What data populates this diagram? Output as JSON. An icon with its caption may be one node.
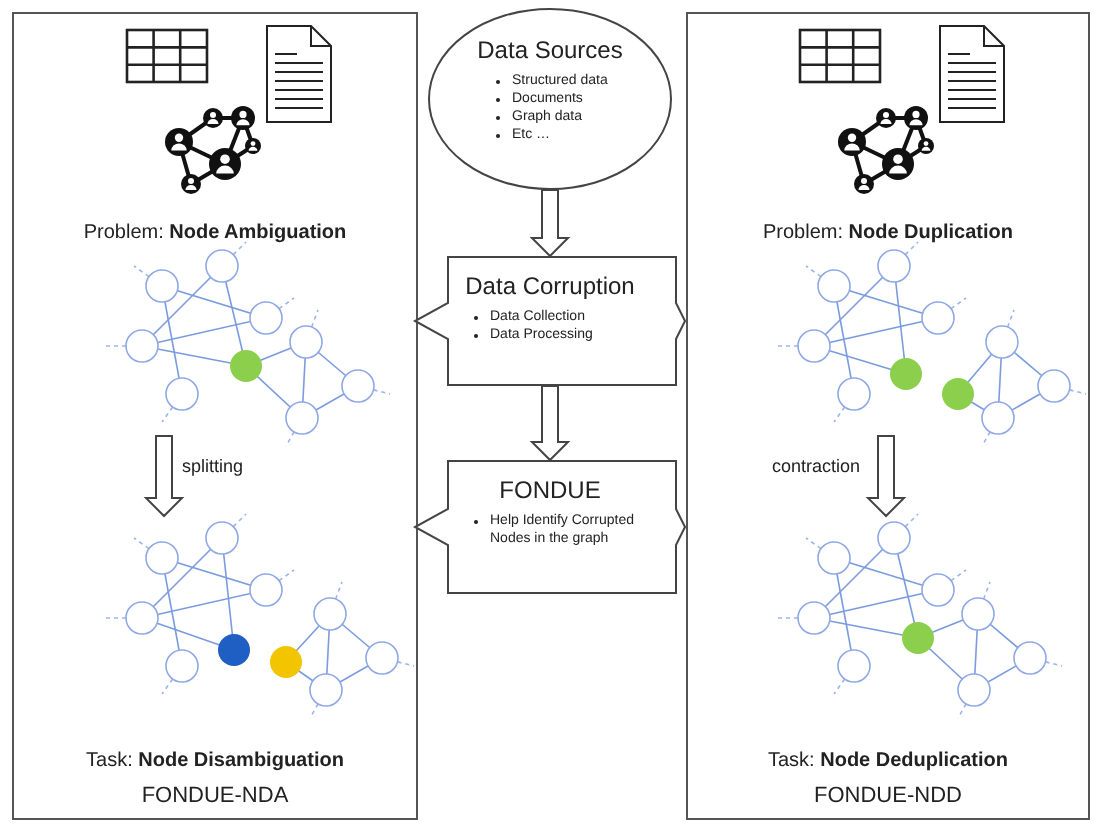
{
  "diagram": {
    "nodes": [
      {
        "text": [
          "Problem: **Node Ambiguation**",
          "Task: **Node Disambiguation**",
          "FONDUE-NDA"
        ]
      },
      {
        "text": [],
        "shape": "picture",
        "in": 0
      },
      {
        "text": [],
        "shape": "picture",
        "in": 0
      },
      {
        "text": [
          "Data Sources",
          "Structured data",
          "Documents",
          "Graph data",
          "Etc …"
        ]
      },
      {
        "text": [
          "Data Corruption",
          "Data Collection",
          "Data Processing"
        ]
      },
      {
        "text": [
          "FONDUE",
          "Help Identify Corrupted Nodes in the graph"
        ]
      },
      {
        "text": [
          "Problem: **Node Duplication**",
          "Task: **Node Deduplication**",
          "FONDUE-NDD"
        ]
      },
      {
        "text": [],
        "shape": "picture",
        "in": 6
      },
      {
        "text": [],
        "shape": "picture",
        "in": 6
      }
    ],
    "edges": [
      {
        "from": 1,
        "to": 2,
        "arrow": "to",
        "label": "splitting"
      },
      {
        "from": 3,
        "to": 4,
        "arrow": "to"
      },
      {
        "from": 4,
        "to": 5,
        "arrow": "to"
      },
      {
        "from": 7,
        "to": 8,
        "arrow": "to",
        "label": "contraction"
      }
    ]
  }
}
